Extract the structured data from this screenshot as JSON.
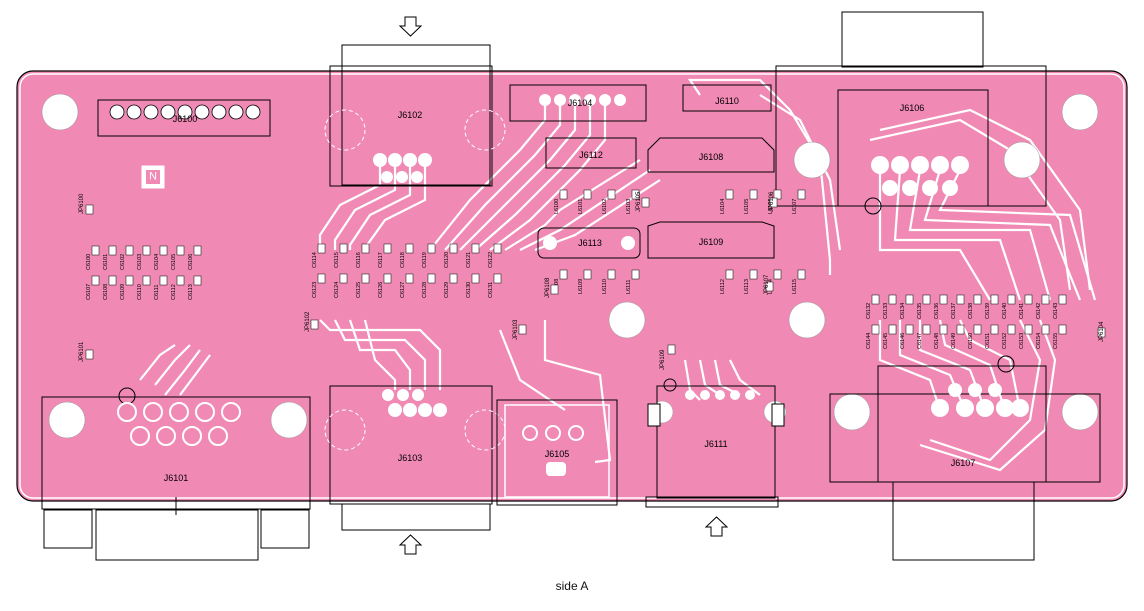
{
  "board": {
    "side_label": "side A",
    "board_color": "#f08ab4",
    "trace_color": "#ffffff",
    "outline_color": "#000000",
    "icons": {
      "arrow": "down-arrow-icon / up-arrow-icon",
      "hole": "mounting-hole-icon",
      "fiducial": "fiducial-mark-icon"
    }
  },
  "connectors": [
    {
      "id": "j6100",
      "label": "J6100"
    },
    {
      "id": "j6101",
      "label": "J6101"
    },
    {
      "id": "j6102",
      "label": "J6102"
    },
    {
      "id": "j6103",
      "label": "J6103"
    },
    {
      "id": "j6104",
      "label": "J6104"
    },
    {
      "id": "j6105",
      "label": "J6105"
    },
    {
      "id": "j6106",
      "label": "J6106"
    },
    {
      "id": "j6107",
      "label": "J6107"
    },
    {
      "id": "j6108",
      "label": "J6108"
    },
    {
      "id": "j6109",
      "label": "J6109"
    },
    {
      "id": "j6110",
      "label": "J6110"
    },
    {
      "id": "j6111",
      "label": "J6111"
    },
    {
      "id": "j6112",
      "label": "J6112"
    },
    {
      "id": "j6113",
      "label": "J6113"
    }
  ],
  "small_labels": {
    "n_marker": "N",
    "jumpers": [
      "JP6100",
      "JP6101",
      "JP6102",
      "JP6103",
      "JP6104",
      "JP6105",
      "JP6106",
      "JP6107",
      "JP6108",
      "JP6109"
    ],
    "group_left": [
      "C6100",
      "C6101",
      "C6102",
      "C6103",
      "C6104",
      "C6105",
      "C6106",
      "C6107",
      "C6108",
      "C6109",
      "C6110",
      "C6111",
      "C6112",
      "C6113"
    ],
    "group_center": [
      "C6114",
      "C6115",
      "C6116",
      "C6117",
      "C6118",
      "C6119",
      "C6120",
      "C6121",
      "C6122",
      "C6123",
      "C6124",
      "C6125",
      "C6126",
      "C6127",
      "C6128",
      "C6129",
      "C6130",
      "C6131"
    ],
    "group_right": [
      "C6132",
      "C6133",
      "C6134",
      "C6135",
      "C6136",
      "C6137",
      "C6138",
      "C6139",
      "C6140",
      "C6141",
      "C6142",
      "C6143",
      "C6144",
      "C6145",
      "C6146",
      "C6147",
      "C6148",
      "C6149",
      "C6150",
      "C6151",
      "C6152",
      "C6153",
      "C6154",
      "C6155"
    ],
    "inductors": [
      "L6100",
      "L6101",
      "L6102",
      "L6103",
      "L6104",
      "L6105",
      "L6106",
      "L6107",
      "L6108",
      "L6109",
      "L6110",
      "L6111",
      "L6112",
      "L6113",
      "L6114",
      "L6115"
    ]
  }
}
